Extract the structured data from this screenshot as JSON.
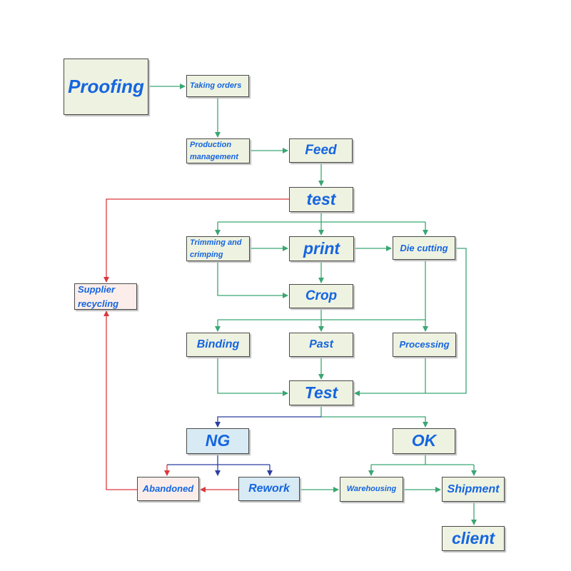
{
  "nodes": {
    "proofing": "Proofing",
    "taking_orders": "Taking orders",
    "production_management": "Production management",
    "feed": "Feed",
    "test_top": "test",
    "trimming_crimping": "Trimming and crimping",
    "print": "print",
    "die_cutting": "Die cutting",
    "crop": "Crop",
    "supplier_recycling": "Supplier recycling",
    "binding": "Binding",
    "past": "Past",
    "processing": "Processing",
    "test_mid": "Test",
    "ng": "NG",
    "ok": "OK",
    "abandoned": "Abandoned",
    "rework": "Rework",
    "warehousing": "Warehousing",
    "shipment": "Shipment",
    "client": "client"
  },
  "colors": {
    "flow_arrow": "#3aa673",
    "reject_arrow": "#d9393e",
    "decision_arrow": "#2c3fa0",
    "label_text": "#1565e0",
    "box_green": "#eef2e0",
    "box_blue": "#d8ebf5",
    "box_pink": "#fbeeea"
  }
}
